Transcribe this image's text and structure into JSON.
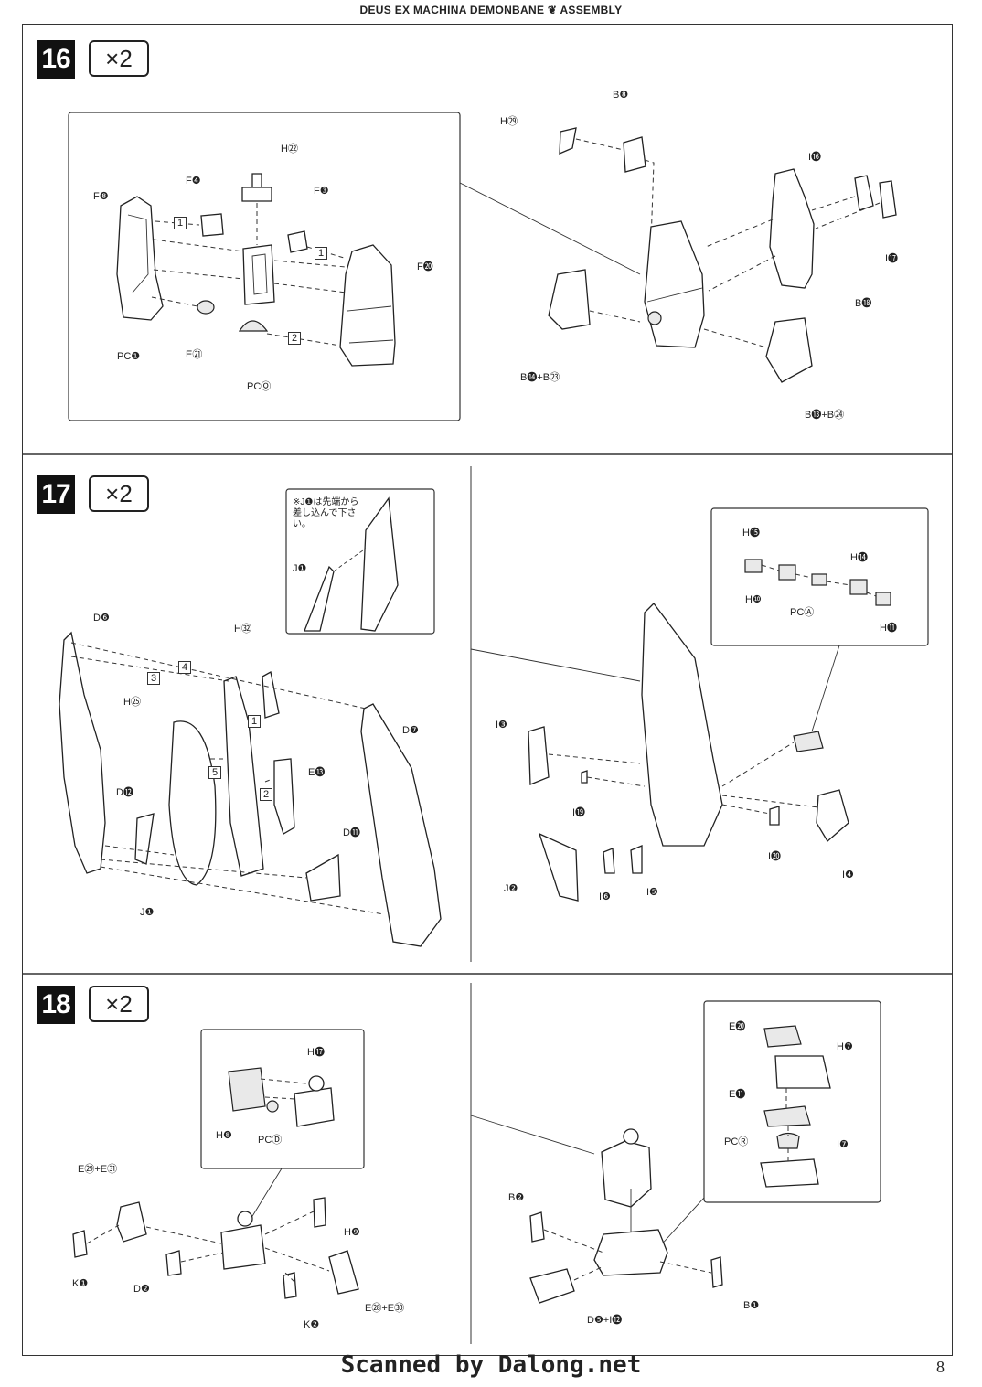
{
  "header": {
    "title": "DEUS EX MACHINA DEMONBANE",
    "title_suffix": "ASSEMBLY"
  },
  "steps": [
    {
      "number": "16",
      "multiplier": "×2",
      "labels": [
        "H㉒",
        "F❹",
        "F❸",
        "F❽",
        "F⓴",
        "PC❶",
        "E㉑",
        "PCⓆ",
        "H㉙",
        "B❽",
        "I⓰",
        "I⓱",
        "B⓲",
        "B⓮+B㉓",
        "B⓭+B㉔"
      ],
      "sequence_marks": [
        "1",
        "1",
        "2"
      ]
    },
    {
      "number": "17",
      "multiplier": "×2",
      "note": "※J❶は先端から差し込んで下さい。",
      "labels": [
        "J❶",
        "D❻",
        "H㉜",
        "H㉕",
        "D❼",
        "E⓭",
        "D⓬",
        "D⓫",
        "J❶",
        "H⓯",
        "H⓮",
        "H❿",
        "PCⒶ",
        "H⓫",
        "I❸",
        "I⓳",
        "I⓴",
        "I❻",
        "I❺",
        "J❷",
        "I❹"
      ],
      "sequence_marks": [
        "4",
        "3",
        "1",
        "5",
        "2"
      ]
    },
    {
      "number": "18",
      "multiplier": "×2",
      "labels": [
        "H⓱",
        "H❽",
        "PCⒹ",
        "E㉙+E㉛",
        "H❾",
        "K❶",
        "D❷",
        "E㉘+E㉚",
        "K❷",
        "E⓴",
        "H❼",
        "E⓫",
        "PCⓇ",
        "I❼",
        "B❷",
        "B❶",
        "D❺+I⓬"
      ]
    }
  ],
  "footer": {
    "credit": "Scanned by Dalong.net",
    "page_number": "8"
  }
}
